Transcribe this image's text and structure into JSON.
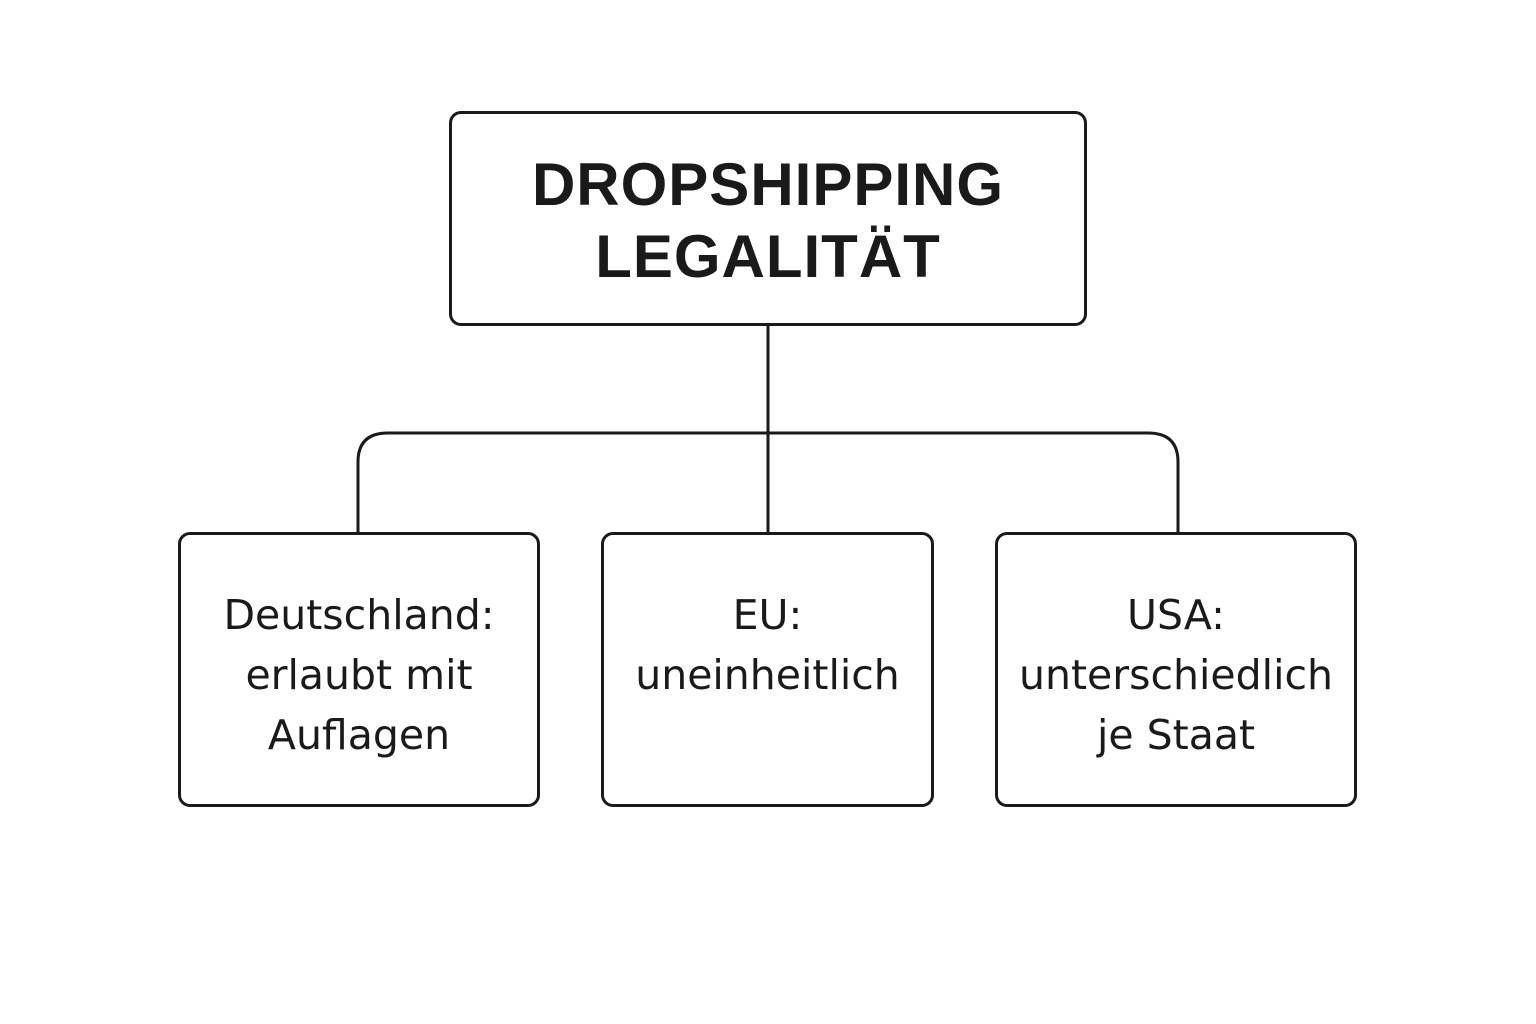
{
  "root": {
    "lines": [
      "DROPSHIPPING",
      "LEGALITÄT"
    ]
  },
  "children": [
    {
      "lines": [
        "Deutschland:",
        "erlaubt mit",
        "Auflagen"
      ]
    },
    {
      "lines": [
        "EU:",
        "uneinheitlich"
      ]
    },
    {
      "lines": [
        "USA:",
        "unterschiedlich",
        "je Staat"
      ]
    }
  ],
  "colors": {
    "stroke": "#1a1a1a",
    "background": "#ffffff"
  }
}
